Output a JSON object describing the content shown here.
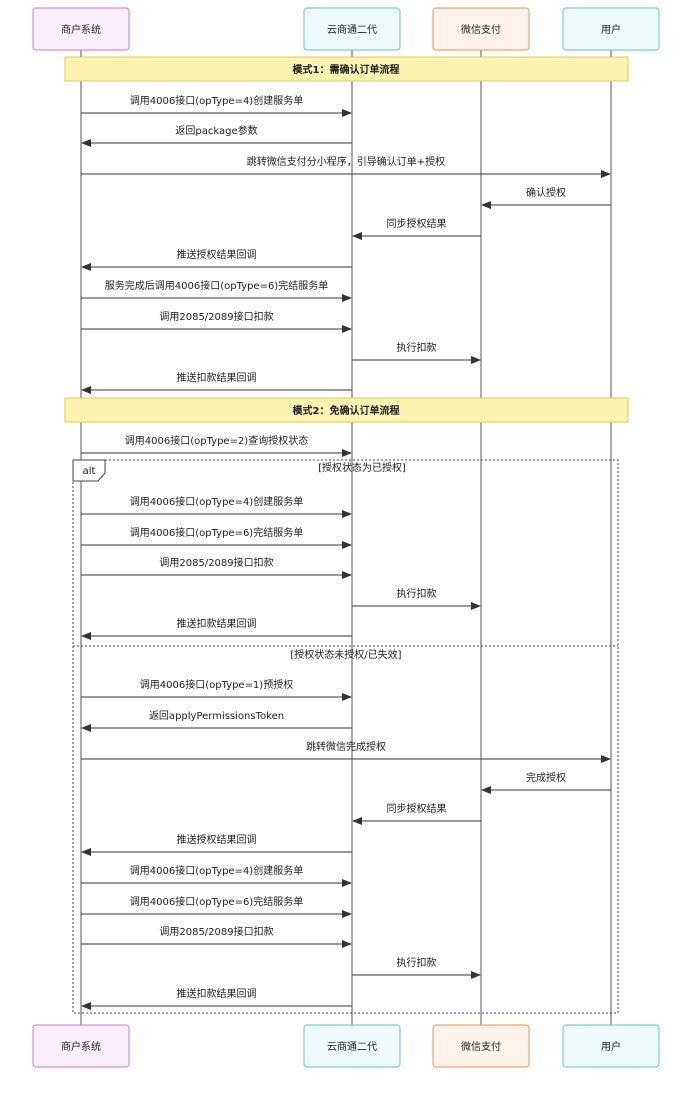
{
  "participants": [
    {
      "id": "merchant",
      "label": "商户系统",
      "stroke": "#d98be0",
      "fill": "#fbeffd"
    },
    {
      "id": "cloud",
      "label": "云商通二代",
      "stroke": "#7ccfcf",
      "fill": "#eefaf9"
    },
    {
      "id": "wechat",
      "label": "微信支付",
      "stroke": "#eea56c",
      "fill": "#fdf3ea"
    },
    {
      "id": "user",
      "label": "用户",
      "stroke": "#7ccfcf",
      "fill": "#eefaf9"
    }
  ],
  "notes": [
    {
      "text": "模式1：需确认订单流程"
    },
    {
      "text": "模式2：免确认订单流程"
    }
  ],
  "messages": [
    {
      "from": "merchant",
      "to": "cloud",
      "text": "调用4006接口(opType=4)创建服务单"
    },
    {
      "from": "cloud",
      "to": "merchant",
      "text": "返回package参数"
    },
    {
      "from": "merchant",
      "to": "user",
      "text": "跳转微信支付分小程序，引导确认订单+授权"
    },
    {
      "from": "user",
      "to": "wechat",
      "text": "确认授权"
    },
    {
      "from": "wechat",
      "to": "cloud",
      "text": "同步授权结果"
    },
    {
      "from": "cloud",
      "to": "merchant",
      "text": "推送授权结果回调"
    },
    {
      "from": "merchant",
      "to": "cloud",
      "text": "服务完成后调用4006接口(opType=6)完结服务单"
    },
    {
      "from": "merchant",
      "to": "cloud",
      "text": "调用2085/2089接口扣款"
    },
    {
      "from": "cloud",
      "to": "wechat",
      "text": "执行扣款"
    },
    {
      "from": "cloud",
      "to": "merchant",
      "text": "推送扣款结果回调"
    },
    {
      "from": "merchant",
      "to": "cloud",
      "text": "调用4006接口(opType=2)查询授权状态"
    },
    {
      "from": "merchant",
      "to": "cloud",
      "text": "调用4006接口(opType=4)创建服务单"
    },
    {
      "from": "merchant",
      "to": "cloud",
      "text": "调用4006接口(opType=6)完结服务单"
    },
    {
      "from": "merchant",
      "to": "cloud",
      "text": "调用2085/2089接口扣款"
    },
    {
      "from": "cloud",
      "to": "wechat",
      "text": "执行扣款"
    },
    {
      "from": "cloud",
      "to": "merchant",
      "text": "推送扣款结果回调"
    },
    {
      "from": "merchant",
      "to": "cloud",
      "text": "调用4006接口(opType=1)预授权"
    },
    {
      "from": "cloud",
      "to": "merchant",
      "text": "返回applyPermissionsToken"
    },
    {
      "from": "merchant",
      "to": "user",
      "text": "跳转微信完成授权"
    },
    {
      "from": "user",
      "to": "wechat",
      "text": "完成授权"
    },
    {
      "from": "wechat",
      "to": "cloud",
      "text": "同步授权结果"
    },
    {
      "from": "cloud",
      "to": "merchant",
      "text": "推送授权结果回调"
    },
    {
      "from": "merchant",
      "to": "cloud",
      "text": "调用4006接口(opType=4)创建服务单"
    },
    {
      "from": "merchant",
      "to": "cloud",
      "text": "调用4006接口(opType=6)完结服务单"
    },
    {
      "from": "merchant",
      "to": "cloud",
      "text": "调用2085/2089接口扣款"
    },
    {
      "from": "cloud",
      "to": "wechat",
      "text": "执行扣款"
    },
    {
      "from": "cloud",
      "to": "merchant",
      "text": "推送扣款结果回调"
    }
  ],
  "alt": {
    "label": "alt",
    "conditions": [
      "[授权状态为已授权]",
      "[授权状态未授权/已失效]"
    ]
  },
  "colors": {
    "note_fill": "#fdf3b0",
    "note_stroke": "#e2c94d",
    "line": "#333333",
    "lifeline": "#555555"
  }
}
